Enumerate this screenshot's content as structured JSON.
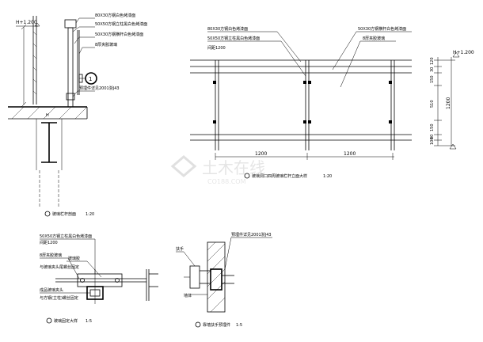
{
  "drawing": {
    "section_view": {
      "level": "H+1.200",
      "callout_top_rail": "80X30方钢白色烤漆面",
      "callout_post": "50X50方钢立柱黑白色烤漆面",
      "callout_lower_rail": "50X30方钢横杆白色烤漆面",
      "callout_glass": "8厚夹胶玻璃",
      "callout_embed": "预埋件详见2001浙J43",
      "section_mark": "1",
      "title": "玻璃栏杆剖面",
      "scale": "1:20"
    },
    "elevation_view": {
      "level": "H+1.200",
      "callout_top_rail": "80X30方钢白色烤漆面",
      "callout_post": "50X50方钢立柱黑白色烤漆面",
      "callout_spacing": "间距1200",
      "callout_lower_rail": "50X30方钢横杆白色烤漆面",
      "callout_glass": "8厚夹胶玻璃",
      "dim_span_left": "1200",
      "dim_span_right": "1200",
      "dim_v_1": "120",
      "dim_v_2": "30",
      "dim_v_3": "150",
      "dim_v_4": "510",
      "dim_v_5": "150",
      "dim_v_6": "40",
      "dim_v_7": "100",
      "dim_total": "1200",
      "title": "玻璃洞口四周玻璃栏杆立面大样",
      "scale": "1:20"
    },
    "detail_glass_fix": {
      "callout_post": "50X50方钢立柱黑白色烤漆面",
      "callout_spacing": "间距1200",
      "callout_glass": "8厚夹胶玻璃",
      "callout_bolt": "与玻璃夹头尾螺丝固定",
      "callout_clamp": "玻璃胶",
      "callout_steel": "成品玻璃夹头",
      "callout_steel_2": "与方钢(立柱)螺丝固定",
      "title": "玻璃固定大样",
      "scale": "1:5"
    },
    "detail_handrail": {
      "callout_handrail": "扶手",
      "callout_embed": "预埋件详见2001浙J43",
      "callout_wall": "墙体",
      "title": "靠墙扶手预埋件",
      "scale": "1:5"
    },
    "watermark": {
      "brand": "土木在线",
      "url": "CO188.COM"
    }
  }
}
